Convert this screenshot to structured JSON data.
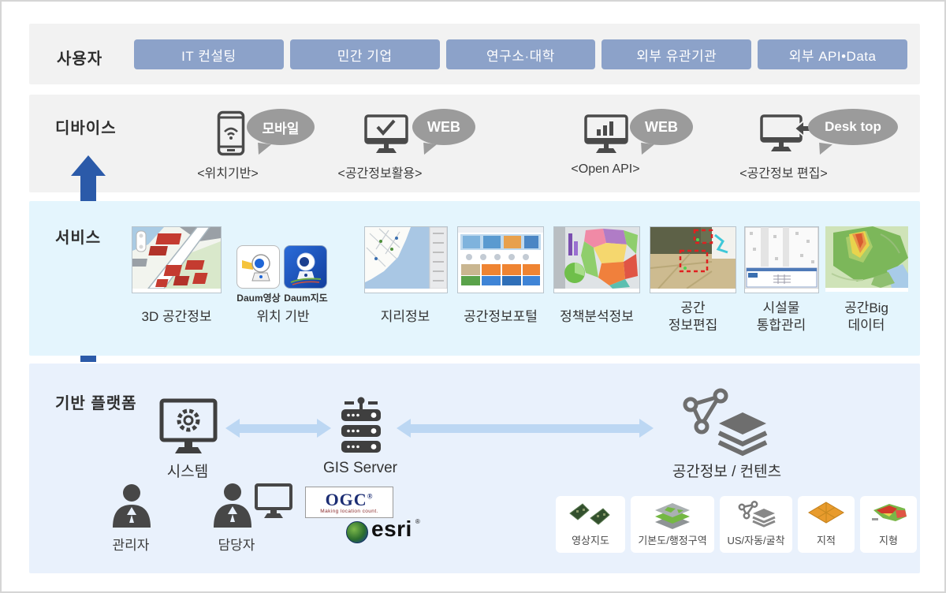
{
  "users": {
    "label": "사용자",
    "buttons": [
      "IT 컨설팅",
      "민간 기업",
      "연구소·대학",
      "외부 유관기관",
      "외부 API•Data"
    ]
  },
  "devices": {
    "label": "디바이스",
    "items": [
      {
        "icon": "smartphone-icon",
        "bubble": "모바일",
        "caption": "<위치기반>"
      },
      {
        "icon": "monitor-check-icon",
        "bubble": "WEB",
        "caption": "<공간정보활용>"
      },
      {
        "icon": "monitor-chart-icon",
        "bubble": "WEB",
        "caption": "<Open API>"
      },
      {
        "icon": "monitor-import-icon",
        "bubble": "Desk top",
        "caption": "<공간정보 편집>"
      }
    ]
  },
  "services": {
    "label": "서비스",
    "daum_labels": [
      "Daum영상",
      "Daum지도"
    ],
    "items": [
      {
        "caption": "3D 공간정보"
      },
      {
        "caption": "위치 기반"
      },
      {
        "caption": "지리정보"
      },
      {
        "caption": "공간정보포털"
      },
      {
        "caption": "정책분석정보"
      },
      {
        "caption": "공간\n정보편집"
      },
      {
        "caption": "시설물\n통합관리"
      },
      {
        "caption": "공간Big\n데이터"
      }
    ]
  },
  "platform": {
    "label": "기반 플랫폼",
    "system_label": "시스템",
    "server_label": "GIS Server",
    "content_label": "공간정보 / 컨텐츠",
    "admin_label": "관리자",
    "manager_label": "담당자",
    "ogc_title": "OGC",
    "ogc_reg": "®",
    "ogc_tagline": "Making location count.",
    "esri_label": "esri",
    "esri_reg": "®",
    "tiles": [
      "영상지도",
      "기본도/행정구역",
      "US/자동/굴착",
      "지적",
      "지형"
    ]
  },
  "colors": {
    "user_button": "#8ca2c9",
    "bubble_gray": "#9b9b9b",
    "arrow_dark_blue": "#2b5aa9",
    "arrow_light_blue": "#bcd7f3",
    "band_gray": "#f2f2f2",
    "band_service_blue": "#e4f5fd",
    "band_platform_blue": "#e9f1fc"
  }
}
